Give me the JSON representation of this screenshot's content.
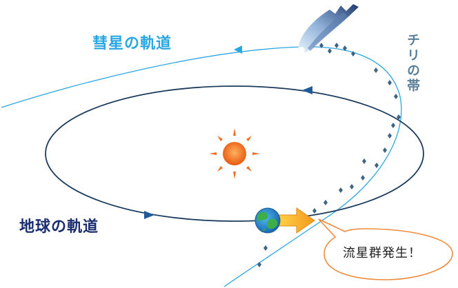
{
  "labels": {
    "comet_orbit": "彗星の軌道",
    "earth_orbit": "地球の軌道",
    "dust_trail": "チリの帯",
    "meteor_shower": "流星群発生！"
  },
  "colors": {
    "comet_orbit": "#2aa6e0",
    "earth_orbit": "#1a3a5c",
    "earth_label": "#1a2e6e",
    "dust_label": "#5b7f9a",
    "dust_particle": "#3d6483",
    "sun": "#f07020",
    "arrow": "#f5a623",
    "callout_border": "#f08a3a"
  },
  "icons": [
    "sun-icon",
    "earth-icon",
    "comet-icon",
    "orbit-direction-arrow"
  ]
}
